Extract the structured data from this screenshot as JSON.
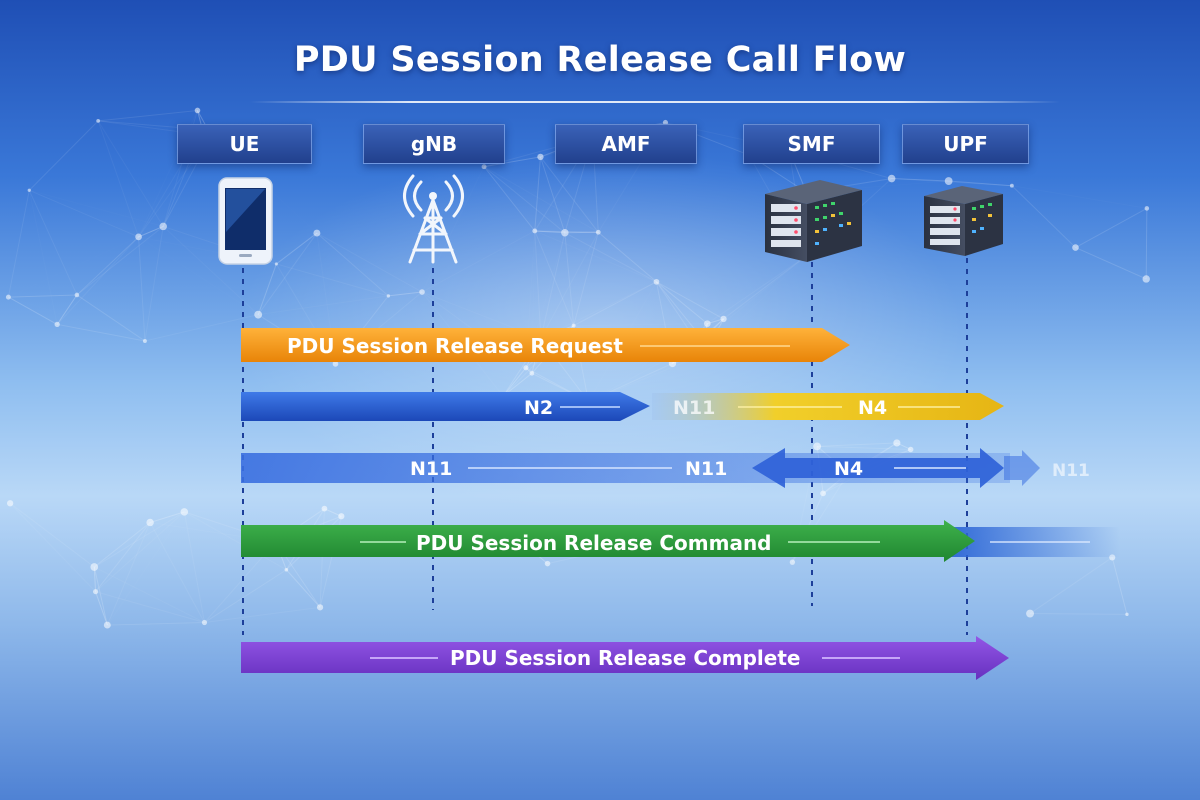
{
  "title": "PDU Session Release Call Flow",
  "entities": [
    {
      "label": "UE",
      "icon": "smartphone-icon"
    },
    {
      "label": "gNB",
      "icon": "cell-tower-icon"
    },
    {
      "label": "AMF",
      "icon": ""
    },
    {
      "label": "SMF",
      "icon": "server-rack-icon"
    },
    {
      "label": "UPF",
      "icon": "server-rack-icon"
    }
  ],
  "messages": {
    "request": "PDU Session Release Request",
    "row2": [
      "N2",
      "N11",
      "N4"
    ],
    "row3": [
      "N11",
      "N11",
      "N4",
      "N11"
    ],
    "command": "PDU Session Release Command",
    "complete": "PDU Session Release Complete"
  },
  "colors": {
    "request": "#f39a1a",
    "blue": "#2a5fd4",
    "yellow": "#e8c21c",
    "command": "#2f9a3c",
    "complete": "#7b3fcf"
  }
}
